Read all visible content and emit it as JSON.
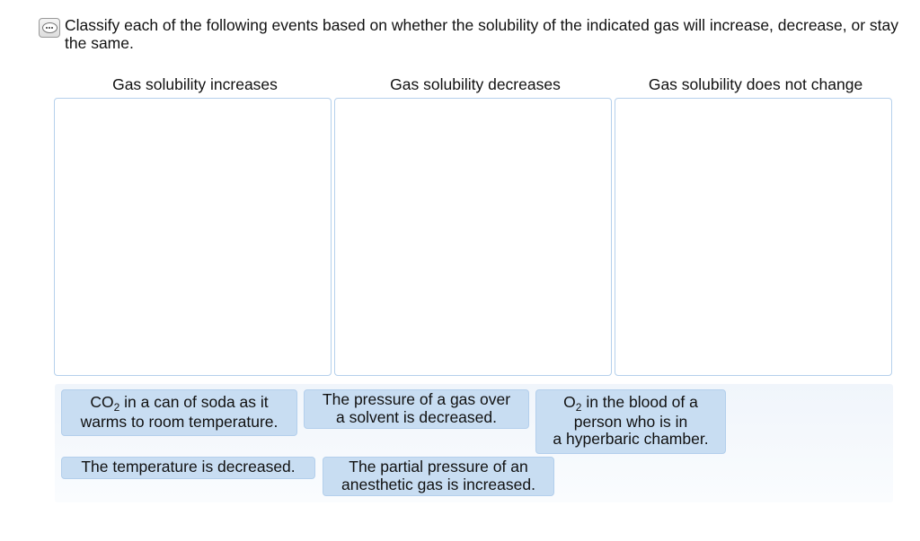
{
  "instruction": "Classify each of the following events based on whether the solubility of the indicated gas will increase, decrease, or stay the same.",
  "bins": [
    {
      "label": "Gas solubility increases"
    },
    {
      "label": "Gas solubility decreases"
    },
    {
      "label": "Gas solubility does not change"
    }
  ],
  "items": [
    {
      "l1a": "CO",
      "l1s": "2",
      "l1b": " in a can of soda as it",
      "l2": "warms to room temperature."
    },
    {
      "l1": "The pressure of a gas over",
      "l2": "a solvent is decreased."
    },
    {
      "l1a": "O",
      "l1s": "2",
      "l1b": " in the blood of a",
      "l2": "person who is in",
      "l3": "a hyperbaric chamber."
    },
    {
      "l1": "The temperature is decreased."
    },
    {
      "l1": "The partial pressure of an",
      "l2": "anesthetic gas is increased."
    }
  ]
}
